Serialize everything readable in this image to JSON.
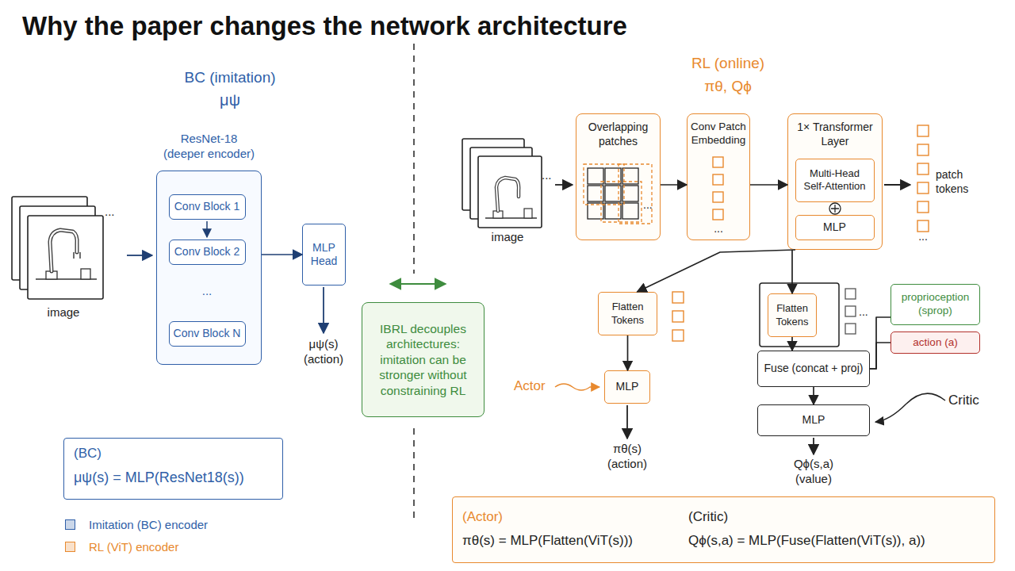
{
  "diagram": {
    "title": "Why the paper changes the network architecture",
    "nodes": [
      {
        "text": [
          "ResNet-18 (deeper encoder)"
        ]
      },
      {
        "text": [
          "Conv Block 1"
        ],
        "in": 0
      },
      {
        "text": [
          "Conv Block 2"
        ],
        "in": 0
      },
      {
        "text": [
          "Conv Block N"
        ],
        "in": 0
      },
      {
        "text": [
          "MLP Head"
        ]
      },
      {
        "text": [
          "(BC)",
          "μψ(s) = MLP(ResNet18(s))"
        ]
      },
      {
        "text": [
          "IBRL decouples architectures: imitation can be stronger without constraining RL"
        ]
      },
      {
        "text": [
          "Overlapping patches"
        ]
      },
      {
        "text": [
          "Conv Patch Embedding"
        ]
      },
      {
        "text": [
          "1× Transformer Layer"
        ]
      },
      {
        "text": [
          "Multi-Head Self-Attention"
        ],
        "in": 9
      },
      {
        "text": [
          "MLP"
        ],
        "in": 9
      },
      {
        "text": [
          "Flatten Tokens"
        ]
      },
      {
        "text": [
          "Flatten Tokens"
        ]
      },
      {
        "text": [
          "proprioception (sprop)"
        ]
      },
      {
        "text": [
          "action (a)"
        ]
      },
      {
        "text": [
          "Fuse (concat + proj)"
        ]
      },
      {
        "text": [
          "MLP"
        ]
      },
      {
        "text": [
          "MLP"
        ]
      },
      {
        "text": [
          "(Actor)",
          "πθ(s) = MLP(Flatten(ViT(s)))",
          "(Critic)",
          "Qϕ(s,a) = MLP(Fuse(Flatten(ViT(s)), a))"
        ]
      }
    ],
    "edges": [
      {
        "from": 0,
        "to": 4,
        "arrow": "to"
      },
      {
        "from": 7,
        "to": 8,
        "arrow": "to"
      },
      {
        "from": 8,
        "to": 9,
        "arrow": "to"
      },
      {
        "from": 9,
        "to": 12,
        "arrow": "to"
      },
      {
        "from": 9,
        "to": 13,
        "arrow": "to"
      },
      {
        "from": 12,
        "to": 17,
        "arrow": "to"
      },
      {
        "from": 13,
        "to": 16,
        "arrow": "to"
      },
      {
        "from": 14,
        "to": 16,
        "arrow": "none"
      },
      {
        "from": 15,
        "to": 16,
        "arrow": "none"
      },
      {
        "from": 16,
        "to": 18,
        "arrow": "to"
      }
    ],
    "labels": [
      "BC (imitation)",
      "μψ",
      "...",
      "image",
      "...",
      "μψ(s) (action)",
      "RL (online)",
      "πθ, Qϕ",
      "...",
      "image",
      "...",
      "...",
      "patch tokens",
      "...",
      "...",
      "Actor",
      "Critic",
      "πθ(s) (action)",
      "Qϕ(s,a) (value)"
    ],
    "legend": [
      {
        "text": "Imitation (BC) encoder",
        "color": "#2f5fa8"
      },
      {
        "text": "RL (ViT) encoder",
        "color": "#e8892e"
      }
    ]
  }
}
